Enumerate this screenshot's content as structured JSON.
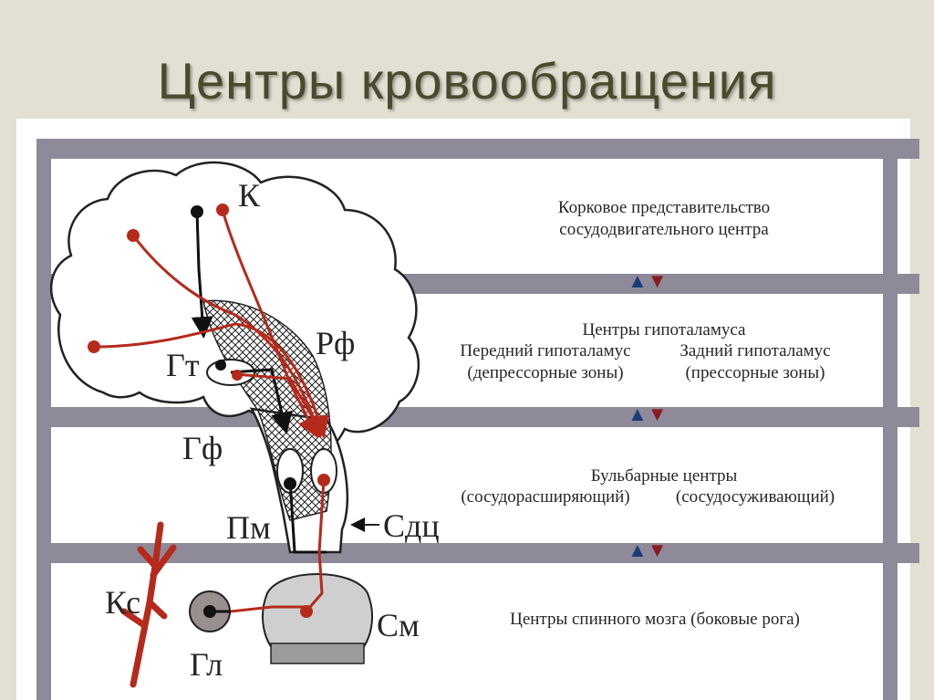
{
  "title": "Центры кровообращения",
  "levels": [
    {
      "lines": [
        "Корковое представительство",
        "сосудодвигательного центра"
      ]
    },
    {
      "lines": [
        "Центры гипоталамуса"
      ],
      "left": [
        "Передний гипоталамус",
        "(депрессорные зоны)"
      ],
      "right": [
        "Задний гипоталамус",
        "(прессорные зоны)"
      ]
    },
    {
      "lines": [
        "Бульбарные центры"
      ],
      "left": [
        "(сосудорасширяющий)"
      ],
      "right": [
        "(сосудосуживающий)"
      ]
    },
    {
      "lines": [
        "Центры спинного мозга (боковые рога)"
      ]
    }
  ],
  "diagram_labels": {
    "k": "К",
    "rf": "Рф",
    "gt": "Гт",
    "gf": "Гф",
    "pm": "Пм",
    "sdc": "Сдц",
    "ks": "Кс",
    "gl": "Гл",
    "sm": "См"
  },
  "colors": {
    "excitatory": "#b52a1b",
    "inhibitory": "#111111",
    "band": "#8f8a9a",
    "arrow_blue": "#1b3c7a",
    "arrow_red": "#8a1a22"
  },
  "icons": {
    "up": "blue-up-arrow-icon",
    "down": "red-down-arrow-icon"
  }
}
